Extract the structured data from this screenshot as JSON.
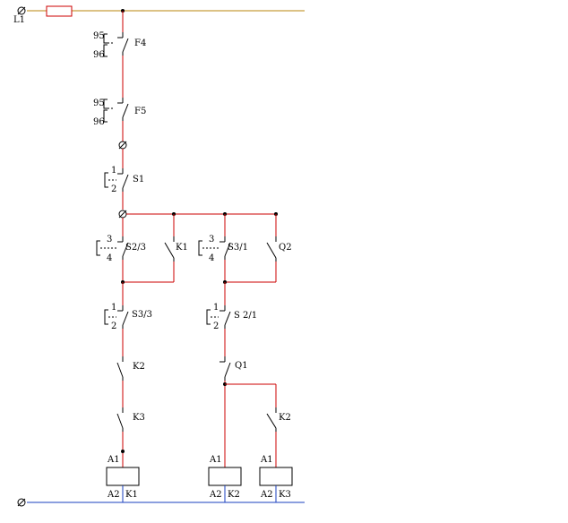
{
  "colors": {
    "supply_line": "#b8860b",
    "wire": "#cc0000",
    "neutral": "#1a3fbf",
    "device": "#000000"
  },
  "supply": {
    "label": "L1"
  },
  "devices": {
    "f4": {
      "name": "F4",
      "t_top": "95",
      "t_bot": "96"
    },
    "f5": {
      "name": "F5",
      "t_top": "95",
      "t_bot": "96"
    },
    "s1": {
      "name": "S1",
      "t_top": "1",
      "t_bot": "2"
    },
    "s23": {
      "name": "S2/3",
      "t_top": "3",
      "t_bot": "4"
    },
    "k1c": {
      "name": "K1"
    },
    "s31": {
      "name": "S3/1",
      "t_top": "3",
      "t_bot": "4"
    },
    "q2": {
      "name": "Q2"
    },
    "s33": {
      "name": "S3/3",
      "t_top": "1",
      "t_bot": "2"
    },
    "s21": {
      "name": "S 2/1",
      "t_top": "1",
      "t_bot": "2"
    },
    "k2c": {
      "name": "K2"
    },
    "q1": {
      "name": "Q1"
    },
    "k3c": {
      "name": "K3"
    },
    "k2c_b": {
      "name": "K2"
    }
  },
  "coils": [
    {
      "a1": "A1",
      "a2": "A2",
      "name": "K1"
    },
    {
      "a1": "A1",
      "a2": "A2",
      "name": "K2"
    },
    {
      "a1": "A1",
      "a2": "A2",
      "name": "K3"
    }
  ]
}
